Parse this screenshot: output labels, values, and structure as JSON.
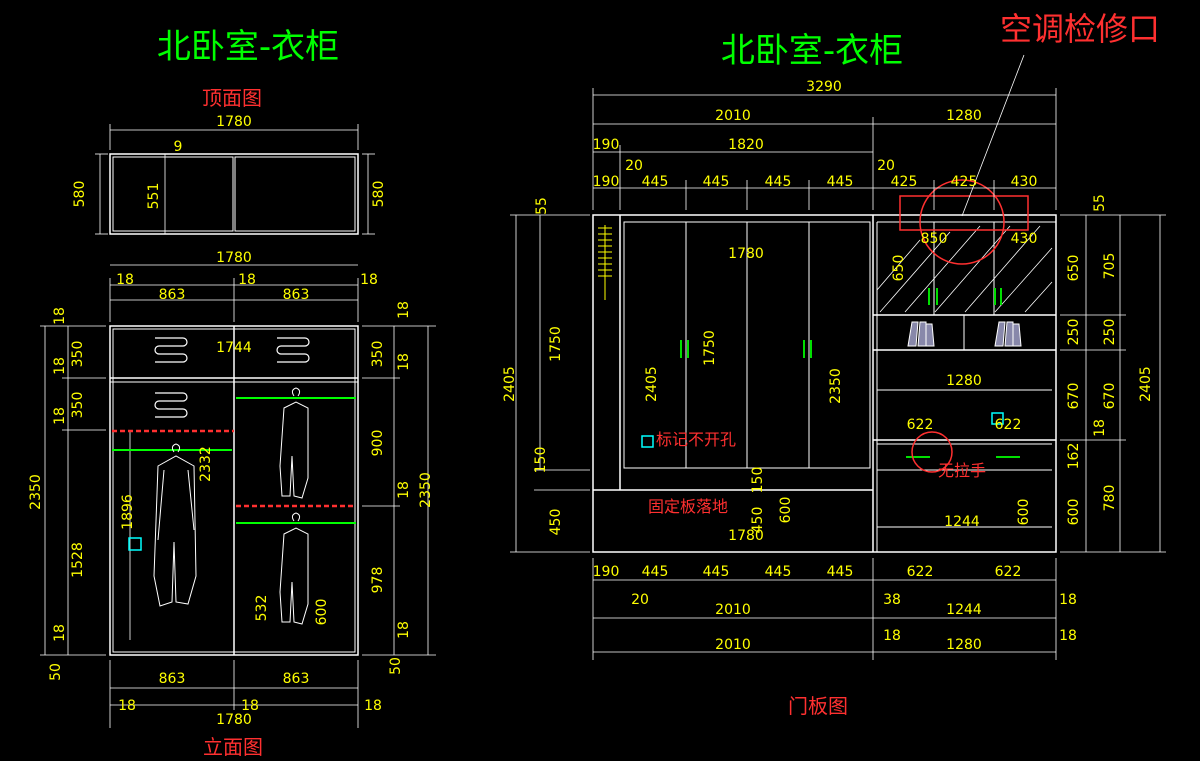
{
  "titles": {
    "left_main": "北卧室-衣柜",
    "right_main": "北卧室-衣柜",
    "top_view": "顶面图",
    "elevation": "立面图",
    "door_panel": "门板图",
    "ac_access": "空调检修口"
  },
  "notes": {
    "no_hole": "标记不开孔",
    "fixed_board": "固定板落地",
    "no_handle": "无拉手"
  },
  "colors": {
    "background": "#000000",
    "lines": "#ffffff",
    "dims": "#ffff00",
    "title": "#00ff00",
    "label_red": "#ff3030",
    "handles": "#00e000",
    "markers": "#00ffff",
    "rails": "#00ff00",
    "dashed_shelf": "#ff3030"
  },
  "dimensions": {
    "top_view": [
      "1780",
      "9",
      "551",
      "580",
      "580"
    ],
    "elevation_top": [
      "1780",
      "18",
      "18",
      "18",
      "863",
      "863",
      "1744"
    ],
    "elevation_left": [
      "18",
      "350",
      "18",
      "350",
      "18",
      "1528",
      "18",
      "50",
      "2350"
    ],
    "elevation_right": [
      "18",
      "350",
      "18",
      "900",
      "18",
      "978",
      "18",
      "50",
      "2350"
    ],
    "elevation_inner": [
      "1896",
      "2332",
      "532",
      "600"
    ],
    "elevation_bottom": [
      "863",
      "863",
      "18",
      "18",
      "18",
      "1780"
    ],
    "door_top": [
      "3290",
      "2010",
      "1280",
      "190",
      "1820",
      "20",
      "20",
      "190",
      "445",
      "445",
      "445",
      "445",
      "425",
      "425",
      "430"
    ],
    "door_left": [
      "55",
      "1750",
      "2405",
      "150",
      "450"
    ],
    "door_right": [
      "55",
      "705",
      "650",
      "250",
      "250",
      "670",
      "670",
      "18",
      "162",
      "780",
      "600",
      "2405"
    ],
    "door_inner": [
      "1780",
      "1750",
      "2405",
      "2350",
      "150",
      "450",
      "600",
      "1780",
      "650",
      "850",
      "430",
      "1280",
      "622",
      "622",
      "1244",
      "600"
    ],
    "door_bottom": [
      "190",
      "445",
      "445",
      "445",
      "445",
      "622",
      "622",
      "20",
      "38",
      "18",
      "2010",
      "1244",
      "18",
      "2010",
      "1280",
      "18"
    ]
  }
}
